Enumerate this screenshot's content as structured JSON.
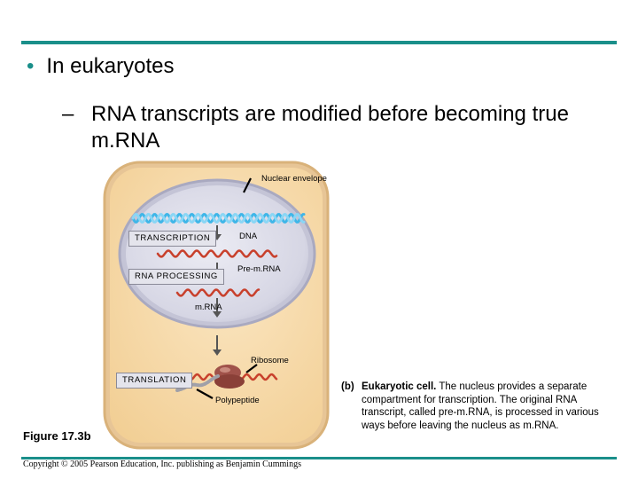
{
  "slide": {
    "bullet": "In eukaryotes",
    "sub_bullet": "RNA transcripts are modified before becoming true m.RNA",
    "dash_glyph": "–",
    "dot_glyph": "•"
  },
  "diagram": {
    "labels": {
      "nuclear_envelope": "Nuclear envelope",
      "dna": "DNA",
      "pre_mrna": "Pre-m.RNA",
      "mrna": "m.RNA",
      "ribosome": "Ribosome",
      "polypeptide": "Polypeptide"
    },
    "steps": {
      "transcription": "TRANSCRIPTION",
      "rna_processing": "RNA PROCESSING",
      "translation": "TRANSLATION"
    },
    "colors": {
      "cytoplasm": "#f6d9a8",
      "nucleus": "#d8d8e6",
      "dna": "#3fb6e8",
      "rna": "#c8402c",
      "ribosome": "#a0524a",
      "polypeptide": "#c8c45a"
    }
  },
  "caption": {
    "tag": "(b)",
    "heading": "Eukaryotic cell.",
    "body": " The nucleus provides a separate compartment for transcription. The original RNA transcript, called pre-m.RNA, is processed in various ways before leaving the nucleus as m.RNA."
  },
  "figure_label": "Figure 17.3b",
  "copyright": "Copyright © 2005 Pearson Education, Inc. publishing as Benjamin Cummings"
}
